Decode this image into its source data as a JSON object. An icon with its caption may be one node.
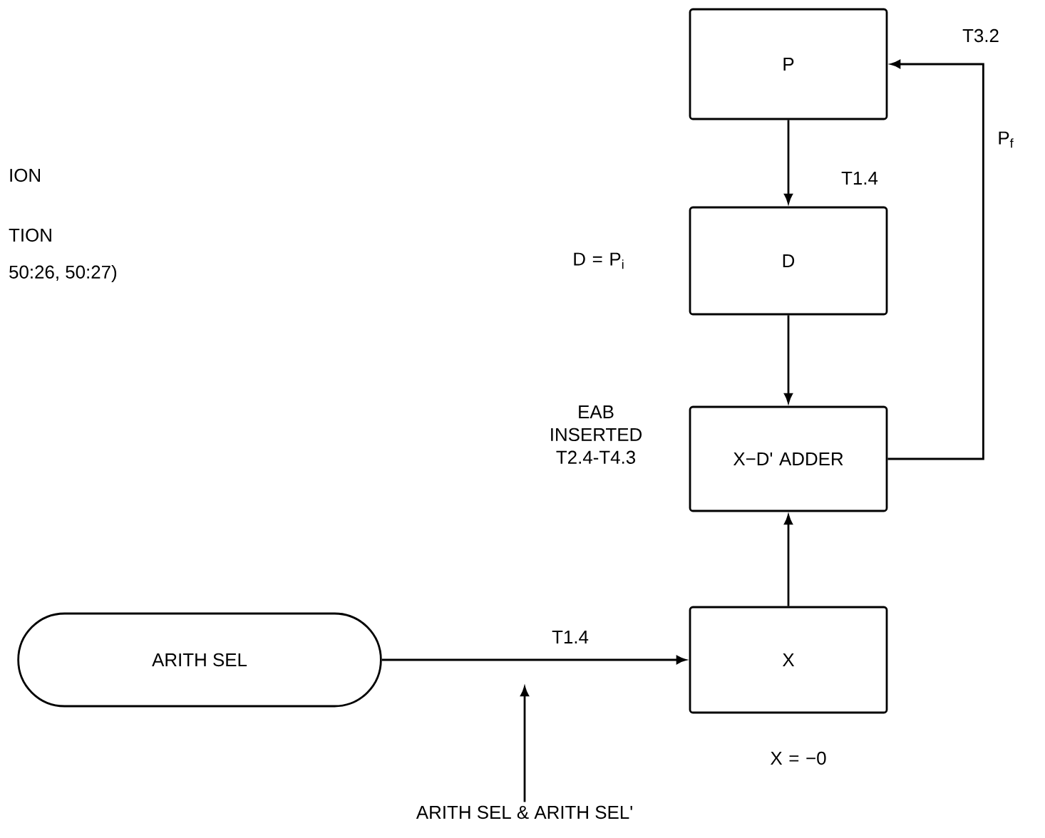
{
  "diagram": {
    "nodes": [
      {
        "text": [
          "P"
        ]
      },
      {
        "text": [
          "D"
        ],
        "beside": [
          "D = P$_{i}$"
        ]
      },
      {
        "text": [
          "X−D' ADDER"
        ],
        "beside": [
          "EAB INSERTED T2.4-T4.3"
        ]
      },
      {
        "text": [
          "ARITH SEL"
        ]
      },
      {
        "text": [
          "X"
        ],
        "beside": [
          "X = −0"
        ]
      },
      {
        "text": [
          "ARITH SEL & ARITH SEL'"
        ]
      }
    ],
    "edges": [
      {
        "from": 0,
        "to": 1,
        "arrow": "to",
        "label": "T1.4"
      },
      {
        "from": 1,
        "to": 2,
        "arrow": "to"
      },
      {
        "from": 4,
        "to": 2,
        "arrow": "to"
      },
      {
        "from": 3,
        "to": 4,
        "arrow": "to",
        "label": "T1.4"
      },
      {
        "from": 2,
        "to": 0,
        "arrow": "to",
        "label": "P$_{f}$"
      },
      {
        "from": 5,
        "to": null,
        "arrow": "to"
      }
    ],
    "labels": [
      "T3.2",
      "ION",
      "TION",
      "50:26, 50:27)"
    ]
  }
}
